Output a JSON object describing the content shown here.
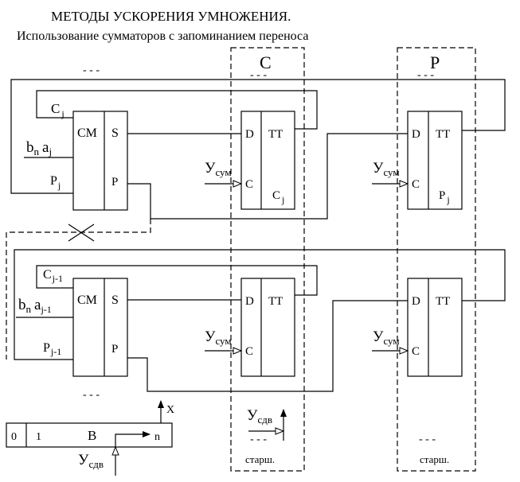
{
  "title": "МЕТОДЫ УСКОРЕНИЯ УМНОЖЕНИЯ.",
  "subtitle": "Использование сумматоров с запоминанием переноса",
  "reg_c": {
    "label": "C",
    "dots": "- - -",
    "foot": "старш."
  },
  "reg_p": {
    "label": "P",
    "dots": "- - -",
    "foot": "старш."
  },
  "dots": "- - -",
  "row1": {
    "cm": "CM",
    "s": "S",
    "p": "P",
    "c_in": "C",
    "c_sub": "j",
    "b": "b",
    "b_sub": "n",
    "a": "a",
    "a_sub": "j",
    "p_in": "P",
    "p_sub": "j",
    "ff_c": {
      "d": "D",
      "tt": "TT",
      "c": "C",
      "out": "C",
      "out_sub": "j",
      "clk": "У",
      "clk_sub": "сум"
    },
    "ff_p": {
      "d": "D",
      "tt": "TT",
      "c": "C",
      "out": "P",
      "out_sub": "j",
      "clk": "У",
      "clk_sub": "сум"
    }
  },
  "row2": {
    "cm": "CM",
    "s": "S",
    "p": "P",
    "c_in": "C",
    "c_sub": "j-1",
    "b": "b",
    "b_sub": "n",
    "a": "a",
    "a_sub": "j-1",
    "p_in": "P",
    "p_sub": "j-1",
    "ff_c": {
      "d": "D",
      "tt": "TT",
      "c": "C",
      "clk": "У",
      "clk_sub": "сум"
    },
    "ff_p": {
      "d": "D",
      "tt": "TT",
      "c": "C",
      "clk": "У",
      "clk_sub": "сум"
    }
  },
  "reg_b": {
    "b0": "0",
    "b1": "1",
    "name": "B",
    "bn": "n",
    "out": "X",
    "shift": "У",
    "shift_sub": "сдв"
  },
  "shift_c": {
    "text": "У",
    "sub": "сдв"
  }
}
